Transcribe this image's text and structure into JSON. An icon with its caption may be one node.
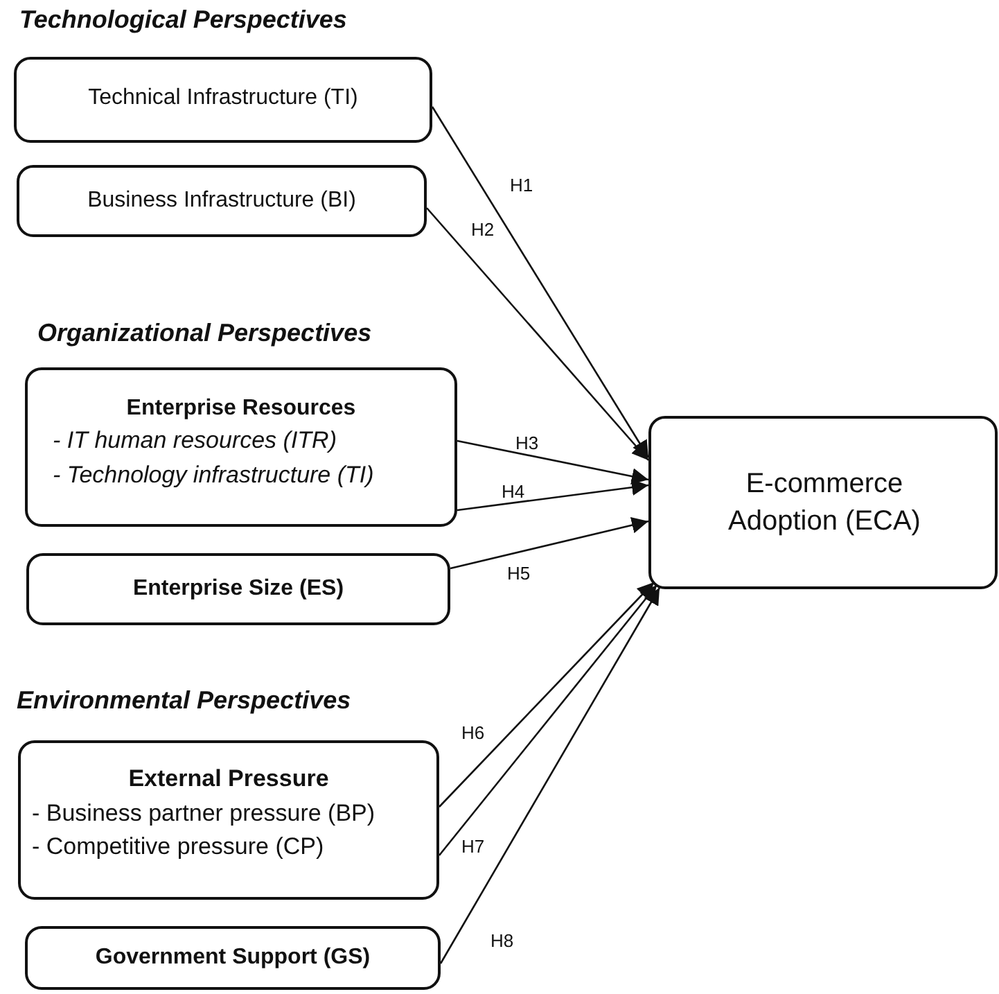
{
  "diagram": {
    "nodes": [
      {
        "text": [
          "Technical Infrastructure (TI)"
        ]
      },
      {
        "text": [
          "Business Infrastructure (BI)"
        ]
      },
      {
        "text": [
          "Enterprise Resources",
          "- IT human resources (ITR)",
          "- Technology infrastructure (TI)"
        ]
      },
      {
        "text": [
          "Enterprise Size (ES)"
        ]
      },
      {
        "text": [
          "External Pressure",
          "- Business partner pressure (BP)",
          "- Competitive pressure (CP)"
        ]
      },
      {
        "text": [
          "Government Support (GS)"
        ]
      },
      {
        "text": [
          "E-commerce Adoption (ECA)"
        ]
      }
    ],
    "edges": [
      {
        "from": 0,
        "to": 6,
        "arrow": "to",
        "label": "H1"
      },
      {
        "from": 1,
        "to": 6,
        "arrow": "to",
        "label": "H2"
      },
      {
        "from": 2,
        "to": 6,
        "arrow": "to",
        "label": "H3"
      },
      {
        "from": 2,
        "to": 6,
        "arrow": "to",
        "label": "H4"
      },
      {
        "from": 3,
        "to": 6,
        "arrow": "to",
        "label": "H5"
      },
      {
        "from": 4,
        "to": 6,
        "arrow": "to",
        "label": "H6"
      },
      {
        "from": 4,
        "to": 6,
        "arrow": "to",
        "label": "H7"
      },
      {
        "from": 5,
        "to": 6,
        "arrow": "to",
        "label": "H8"
      }
    ],
    "labels": [
      "Technological Perspectives",
      "Organizational Perspectives",
      "Environmental Perspectives"
    ]
  }
}
